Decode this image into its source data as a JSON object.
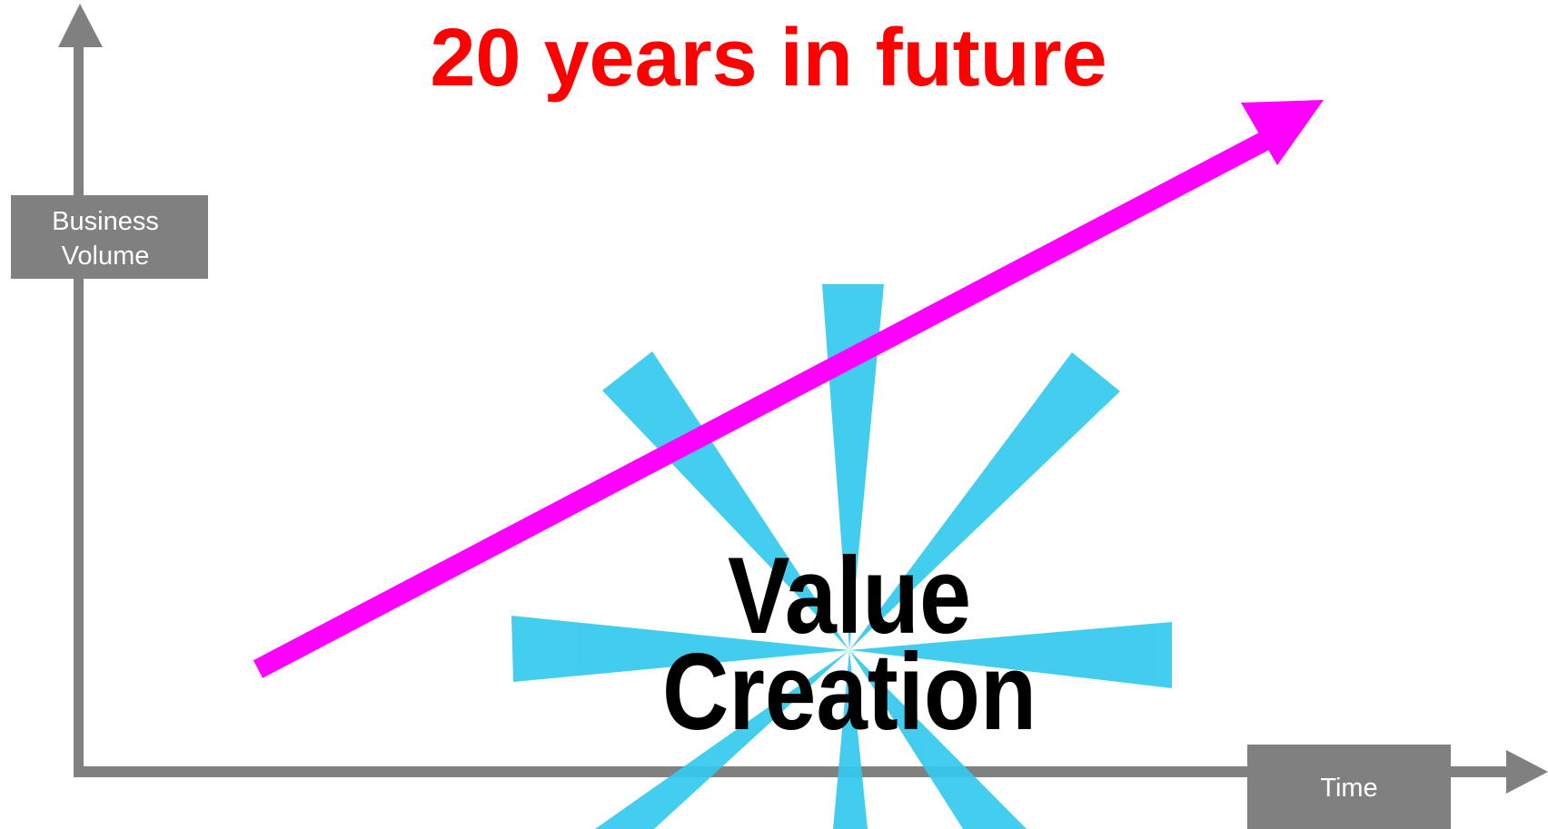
{
  "title": "20 years in future",
  "y_axis_label_lines": [
    "Business",
    "Volume"
  ],
  "x_axis_label": "Time",
  "center_label_lines": [
    "Value",
    "Creation"
  ],
  "colors": {
    "title": "#ff0000",
    "axis": "#808080",
    "axis_label_text": "#ffffff",
    "trend_arrow": "#ff00ff",
    "rays": "#33c9ee",
    "center_text": "#000000",
    "background": "#ffffff"
  }
}
